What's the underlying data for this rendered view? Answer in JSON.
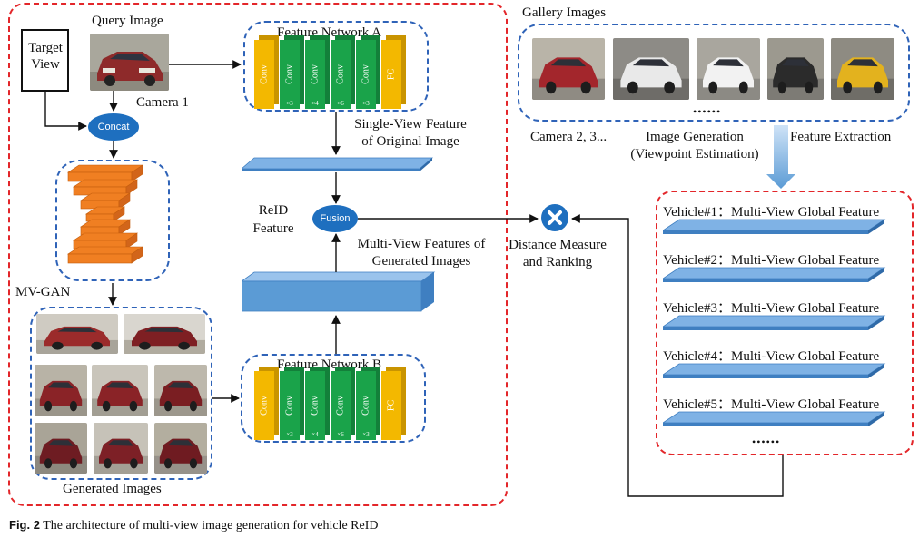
{
  "labels": {
    "query_image": "Query Image",
    "target_view": "Target View",
    "camera1": "Camera 1",
    "concat": "Concat",
    "mvgan": "MV-GAN",
    "generated_images": "Generated Images",
    "feature_network_a": "Feature Network A",
    "feature_network_b": "Feature Network B",
    "single_view": "Single-View Feature",
    "single_view_2": "of Original Image",
    "reid": "ReID",
    "reid_2": "Feature",
    "fusion": "Fusion",
    "multi_view": "Multi-View Features of",
    "multi_view_2": "Generated Images",
    "distance": "Distance Measure",
    "distance_2": "and Ranking",
    "gallery_images": "Gallery Images",
    "gallery_dots": "••••••",
    "camera23": "Camera 2, 3...",
    "image_generation": "Image Generation",
    "viewpoint_estimation": "(Viewpoint Estimation)",
    "feature_extraction": "Feature Extraction",
    "vehicle_dots": "••••••"
  },
  "network_layers": [
    {
      "label": "Conv",
      "sub": "",
      "color": "#f3b800"
    },
    {
      "label": "Conv",
      "sub": "×3",
      "color": "#1aa34a"
    },
    {
      "label": "Conv",
      "sub": "×4",
      "color": "#1aa34a"
    },
    {
      "label": "Conv",
      "sub": "×6",
      "color": "#1aa34a"
    },
    {
      "label": "Conv",
      "sub": "×3",
      "color": "#1aa34a"
    },
    {
      "label": "FC",
      "sub": "",
      "color": "#f3b800"
    }
  ],
  "vehicles": [
    "Vehicle#1：Multi-View Global Feature",
    "Vehicle#2：Multi-View Global Feature",
    "Vehicle#3：Multi-View Global Feature",
    "Vehicle#4：Multi-View Global Feature",
    "Vehicle#5：Multi-View Global Feature"
  ],
  "caption": {
    "fig": "Fig. 2",
    "text": "The architecture of multi-view image generation for vehicle ReID"
  },
  "colors": {
    "red_dash": "#e3262a",
    "blue_dash": "#2f63b8",
    "feature_blue": "#5b9bd5",
    "gan_orange": "#f07f22",
    "yellow": "#f3b800",
    "green": "#1aa34a",
    "node_blue": "#1e6fbf"
  }
}
